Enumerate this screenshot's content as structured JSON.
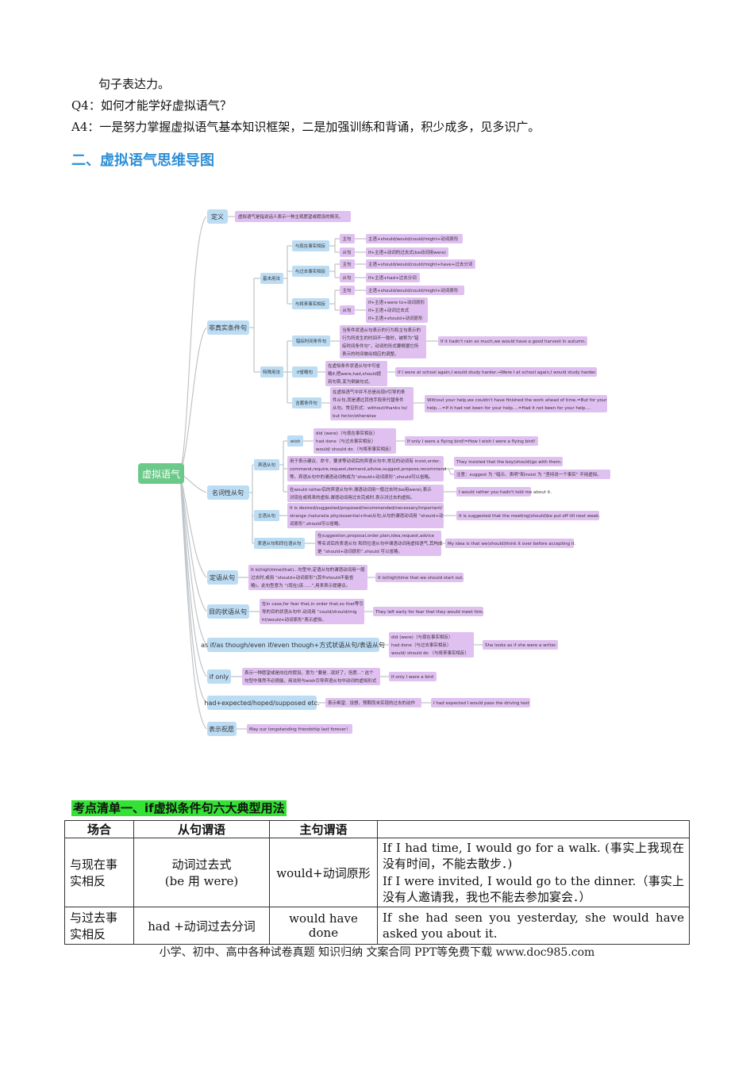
{
  "intro": {
    "line1": "句子表达力。",
    "q4": "Q4：如何才能学好虚拟语气？",
    "a4": "A4：一是努力掌握虚拟语气基本知识框架，二是加强训练和背诵，积少成多，见多识广。"
  },
  "section_title": "二、虚拟语气思维导图",
  "mindmap": {
    "root": "虚拟语气",
    "branches": [
      {
        "key": "def",
        "label": "定义"
      },
      {
        "key": "unreal",
        "label": "非真实条件句"
      },
      {
        "key": "noun",
        "label": "名词性从句"
      },
      {
        "key": "attr",
        "label": "定语从句"
      },
      {
        "key": "purpose",
        "label": "目的状语从句"
      },
      {
        "key": "asif",
        "label": "as if/as though/even if/even though+方式状语从句/表语从句"
      },
      {
        "key": "ifonly",
        "label": "if only"
      },
      {
        "key": "had",
        "label": "had+expected/hoped/supposed etc."
      },
      {
        "key": "wish",
        "label": "表示祝愿"
      }
    ],
    "def_text": "虚拟语气是指说话人表示一种主观愿望或假设的情况。",
    "unreal": {
      "basic": "基本用法",
      "special": "特殊用法",
      "now": "与现在事实相反",
      "past": "与过去事实相反",
      "future": "与将来事实相反",
      "main": "主句",
      "sub": "从句",
      "now_main": "主语+should/would/could/might+动词原形",
      "now_sub": "If+主语+动词的过去式(be动词用were)",
      "past_main": "主语+should/would/could/might+have+过去分词",
      "past_sub": "If+主语+had+过去分词",
      "fut_main": "主语+should/would/could/might+动词原形",
      "fut_sub1": "If+主语+were to+动词原形",
      "fut_sub2": "If+主语+动词过去式",
      "fut_sub3": "If+主语+should+动词原形",
      "mixed": "错综时间条件句",
      "mixed_desc1": "当条件状语从句表示的行为和主句表示的",
      "mixed_desc2": "行为所发生的时间不一致时，被称为“错",
      "mixed_desc3": "综时间条件句”，动词的形式要根据它所",
      "mixed_desc4": "表示的时间做出相应的调整。",
      "mixed_ex": "If it hadn't rain so much,we would have a good harvest in autumn.",
      "omit": "if省略句",
      "omit_desc1": "在虚拟条件状语从句中可省",
      "omit_desc2": "略if,把were,had,should提",
      "omit_desc3": "到句首,变为倒装句式。",
      "omit_ex": "If I were at school again,I would study harder.→Were I at school again,I would study harder.",
      "implied": "含蓄条件句",
      "implied_desc1": "在虚拟语气中并不总是出现if引导的条",
      "implied_desc2": "件从句,而是通过其他手段来代替条件",
      "implied_desc3": "从句。常见形式：without/thanks to/",
      "implied_desc4": "but for/or/otherwise",
      "implied_ex1": "Without your help,we couldn't have finished the work ahead of time.=But for your",
      "implied_ex2": "help....=If it had not been for your help....=Had it not been  for your help...."
    },
    "noun": {
      "obj": "宾语从句",
      "subj": "主语从句",
      "pred": "表语从句和同位语从句",
      "wish": "wish",
      "wish_l1": "did (were)（与现在事实相反）",
      "wish_l2": "had done（与过去事实相反）",
      "wish_l3": "would/ should do （与将来事实相反）",
      "wish_ex": "If only I were a flying bird!=How I wish I were a flying bird!",
      "sug_l1": "用于表示建议、命令、要求等动词后的宾语从句中,常见的动词有 insist,order,",
      "sug_l2": "command,require,request,demand,advise,suggest,propose,recommend",
      "sug_l3": "等。宾语从句中的谓语动词构成为“should+动词原形”,should可以省略。",
      "sug_ex": "They insisted that the boy(should)go with them.",
      "sug_note": "注意：suggest 为 “暗示、表明”和insist 为 “坚持说一个事实” 不用虚拟。",
      "rather_l1": "在would rather后的宾语从句中,谓语动词用一般过去时(be用were),表示",
      "rather_l2": "对现在或将来的虚拟,谓语动词用过去完成时,表示对过去的虚拟。",
      "rather_ex": "I would rather you hadn't told me about it.",
      "subj_l1": "It is desired/suggested/proposed/recommended/necessary/important/",
      "subj_l2": "strange /natural/a pity/essential+that从句,从句的谓语动词用 “should+动",
      "subj_l3": "词原形”,should可以省略。",
      "subj_ex": "It is suggested that the meeting(should)be put off till next week.",
      "pred_l1": "在suggestion,proposal,order,plan,idea,request,advice",
      "pred_l2": "等名词后的表语从句 和同位语从句中谓语动词用虚拟语气,其构成",
      "pred_l3": "是 “should+动词原形”,should 可以省略。",
      "pred_ex": "My idea is that we(should)think it over before accepting it."
    },
    "attr": {
      "l1": "It is(high)time(that)...句型中,定语从句的谓语动词用一般",
      "l2": "过去时,或用 “should+动词原形”(其中should不能省",
      "l3": "略)。此句型意为 “(现在)该......”,用来表示提建议。",
      "ex": "It is(high)time that we should start out."
    },
    "purpose": {
      "l1": "在in case,for fear that,in order that,so that等引",
      "l2": "导的目的状语从句中,动词用 “could/should/mig",
      "l3": "ht/would+动词原形”表示虚拟。",
      "ex": "They left early for fear that they would meet him."
    },
    "asif": {
      "l1": "did (were)（与现在事实相反）",
      "l2": "had done（与过去事实相反）",
      "l3": "would/ should do （与将来事实相反）",
      "ex": "She looks as if she were a writer."
    },
    "ifonly": {
      "l1": "表示一种愿望或是向往的假设。意为 “要是...就好了，但愿...” 这个",
      "l2": "句型中虽然不必很能，用法则与wish引导宾语从句中动词的虚拟形式",
      "ex": "If only I were a bird"
    },
    "had": {
      "desc": "表示希望、设想、预期而未实现的过去的动作",
      "ex": "I had expected I would pass the driving test"
    },
    "wishing": {
      "ex": "May our longstanding friendship last forever!"
    }
  },
  "checklist_title": "考点清单一、if虚拟条件句六大典型用法",
  "table": {
    "headers": [
      "场合",
      "从句谓语",
      "主句谓语",
      ""
    ],
    "rows": [
      {
        "c1": "与现在事实相反",
        "c2a": "动词过去式",
        "c2b": "(be 用 were)",
        "c3": "would+动词原形",
        "ex1": "If I had time, I would go for a walk. (事实上我现在没有时间，不能去散步．)",
        "ex2": "If I were invited, I would go to the dinner.（事实上没有人邀请我，我也不能去参加宴会．）"
      },
      {
        "c1": "与过去事实相反",
        "c2": "had +动词过去分词",
        "c3": "would have done",
        "ex": "If she had seen you yesterday, she would have asked you about it."
      }
    ]
  },
  "footer": "小学、初中、高中各种试卷真题  知识归纳  文案合同  PPT等免费下载      www.doc985.com"
}
